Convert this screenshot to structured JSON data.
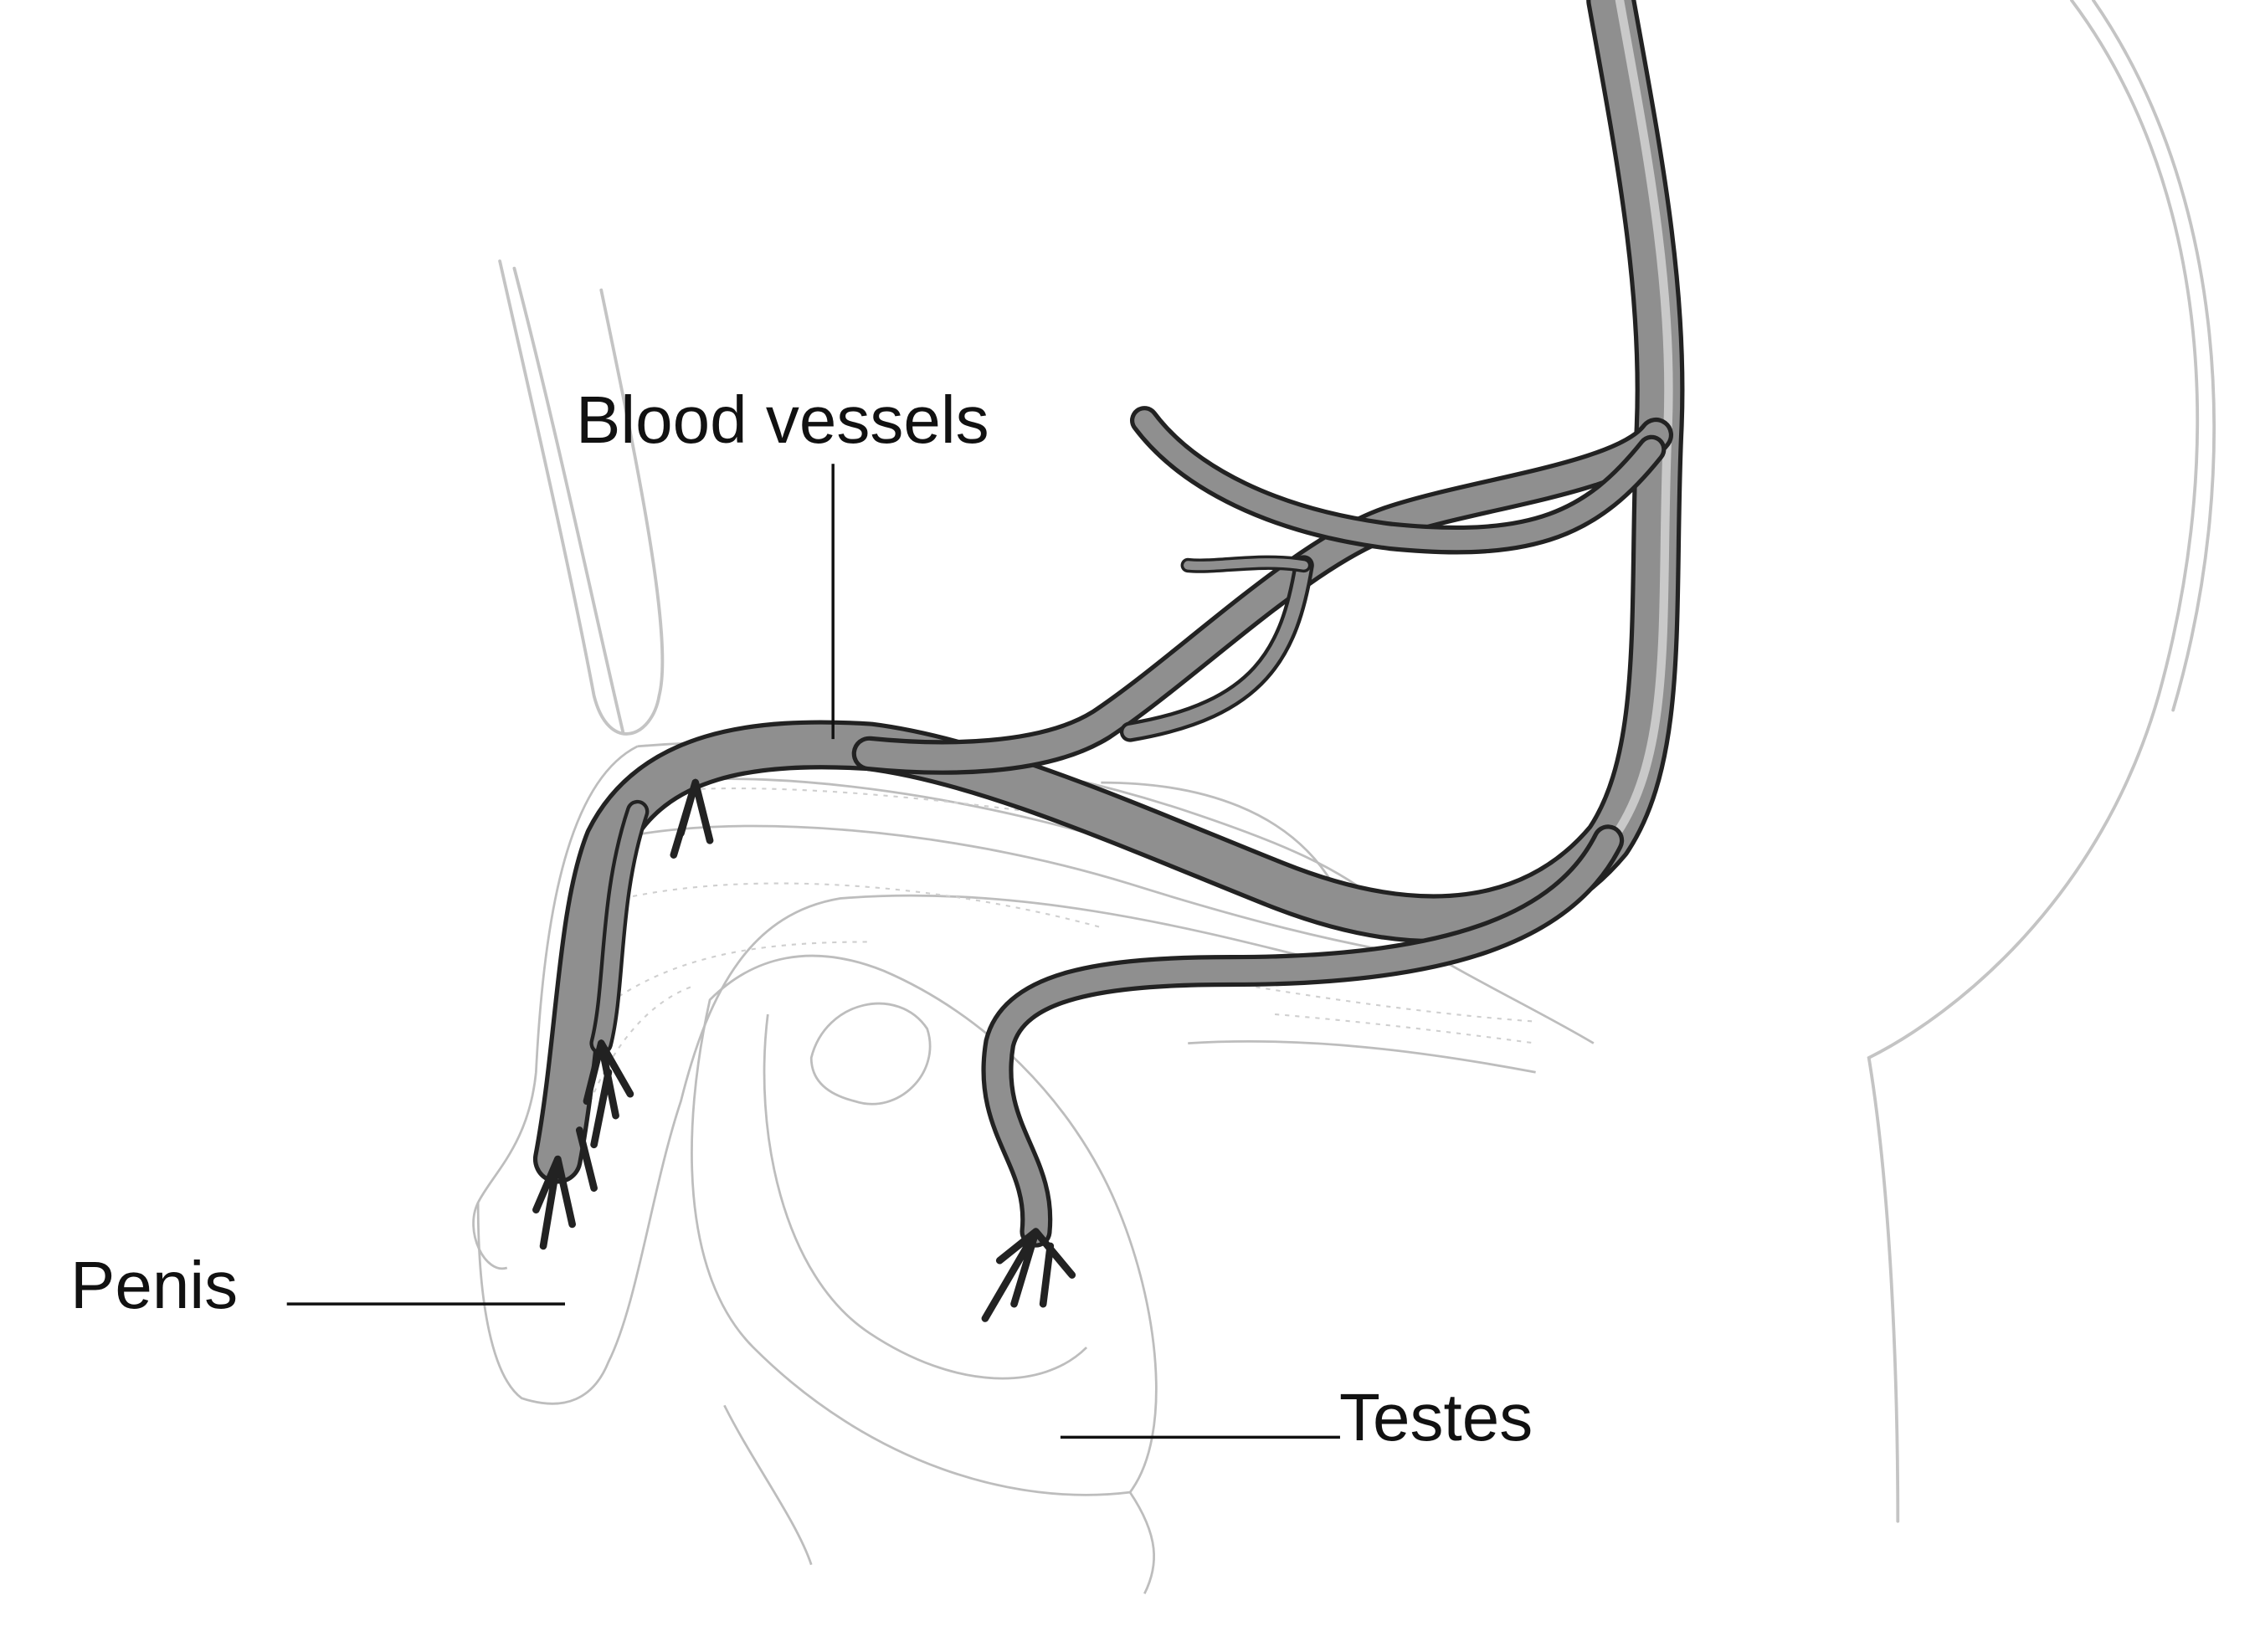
{
  "labels": {
    "blood_vessels": "Blood vessels",
    "penis": "Penis",
    "testes": "Testes"
  },
  "colors": {
    "vessel_fill": "#8f8f8f",
    "vessel_outline": "#222222",
    "anatomy_outline": "#c4c4c4",
    "label_text": "#111111"
  }
}
